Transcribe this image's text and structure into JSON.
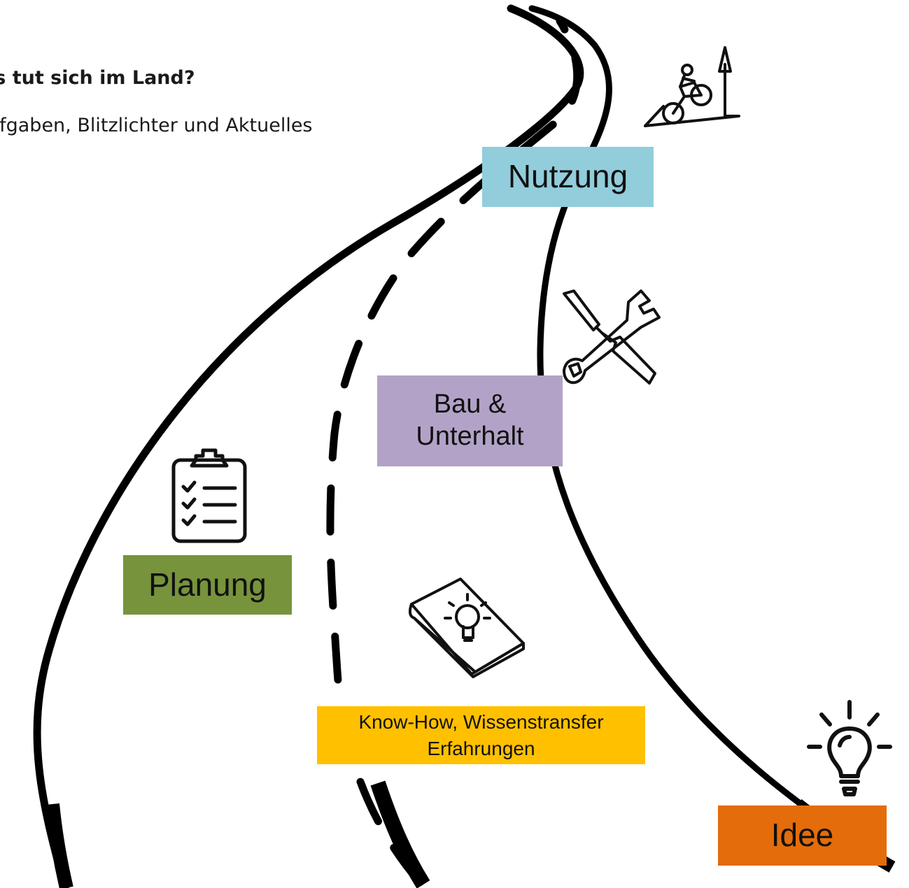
{
  "header": {
    "title": "as tut sich im Land?",
    "subtitle": "ufgaben, Blitzlichter und Aktuelles"
  },
  "stages": {
    "nutzung": {
      "label": "Nutzung",
      "color": "#92cddc",
      "icon": "cyclist-uphill-icon"
    },
    "bau": {
      "label": "Bau &\nUnterhalt",
      "color": "#b3a2c7",
      "icon": "tools-icon"
    },
    "planung": {
      "label": "Planung",
      "color": "#77933c",
      "icon": "clipboard-checklist-icon"
    },
    "know": {
      "label": "Know-How, Wissenstransfer\nErfahrungen",
      "color": "#ffc000",
      "icon": "idea-book-icon"
    },
    "idee": {
      "label": "Idee",
      "color": "#e46c0a",
      "icon": "lightbulb-icon"
    }
  }
}
